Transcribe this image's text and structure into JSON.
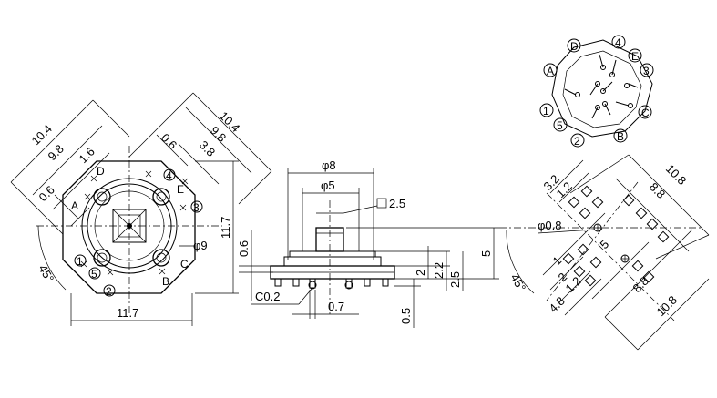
{
  "top_view": {
    "dims": {
      "d10_4_left": "10.4",
      "d9_8_left": "9.8",
      "d1_6": "1.6",
      "d0_6_left": "0.6",
      "d10_4_right": "10.4",
      "d9_8_right": "9.8",
      "d0_6_right": "0.6",
      "d3_8": "3.8",
      "d11_7_vertical": "11.7",
      "d11_7_horizontal": "11.7",
      "angle_45": "45°",
      "phi9": "φ9"
    },
    "pins": {
      "A": "A",
      "B": "B",
      "C": "C",
      "D": "D",
      "E": "E",
      "p1": "1",
      "p2": "2",
      "p3": "3",
      "p4": "4",
      "p5": "5"
    }
  },
  "side_view": {
    "dims": {
      "phi8": "φ8",
      "phi5": "φ5",
      "sq2_5": "2.5",
      "d0_6": "0.6",
      "d5": "5",
      "d2": "2",
      "d2_2": "2.2",
      "d2_5": "2.5",
      "c0_2": "C0.2",
      "d0_7": "0.7",
      "d0_5": "0.5"
    }
  },
  "circuit": {
    "labels": {
      "D": "D",
      "A": "A",
      "E": "E",
      "C": "C",
      "B": "B",
      "p1": "1",
      "p2": "2",
      "p3": "3",
      "p4": "4",
      "p5": "5"
    }
  },
  "pcb_layout": {
    "dims": {
      "d3_2": "3.2",
      "d1_2": "1.2",
      "phi0_8": "φ0.8",
      "d10_8_top": "10.8",
      "d8_8_top": "8.8",
      "d5": "5",
      "d1": "1",
      "d2": "2",
      "angle_45": "45°",
      "d4_8": "4.8",
      "d8_8_bottom": "8.8",
      "d10_8_bottom": "10.8",
      "d1_2_lower": "1.2"
    }
  }
}
